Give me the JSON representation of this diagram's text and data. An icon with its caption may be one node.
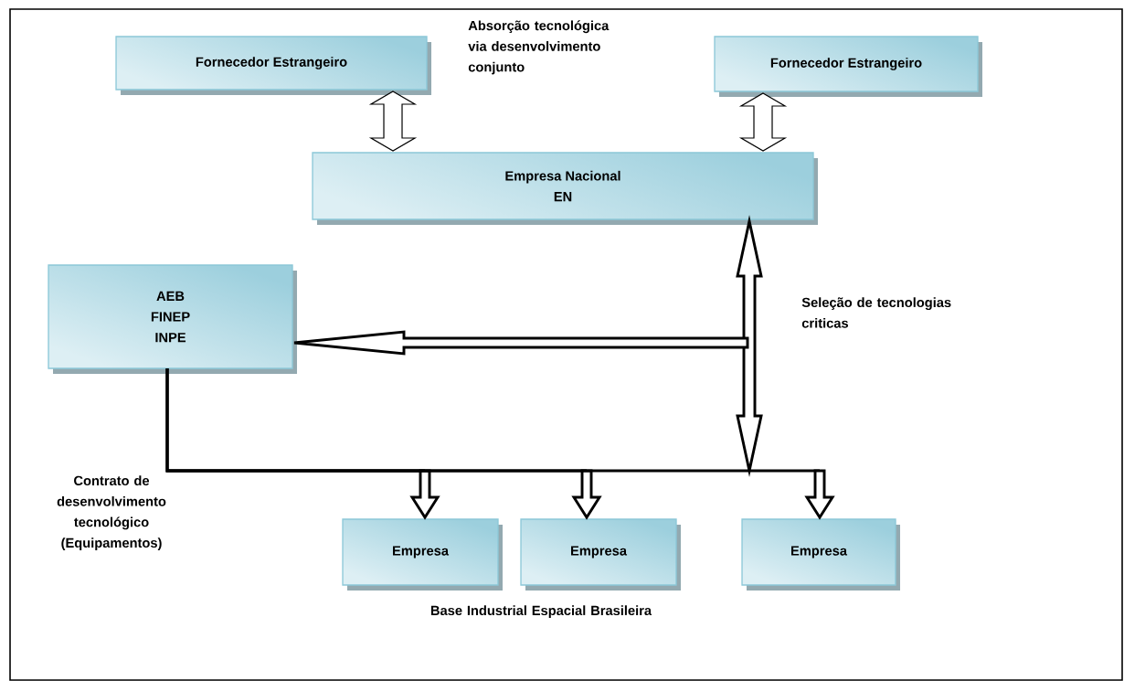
{
  "diagram": {
    "nodes": [
      {
        "text": [
          "Fornecedor Estrangeiro"
        ]
      },
      {
        "text": [
          "Fornecedor Estrangeiro"
        ]
      },
      {
        "text": [
          "Empresa Nacional",
          "EN"
        ]
      },
      {
        "text": [
          "AEB",
          "FINEP",
          "INPE"
        ]
      },
      {
        "text": [
          "Empresa"
        ]
      },
      {
        "text": [
          "Empresa"
        ]
      },
      {
        "text": [
          "Empresa"
        ]
      }
    ],
    "edges": [
      {
        "from": 0,
        "to": 2,
        "arrow": "both"
      },
      {
        "from": 1,
        "to": 2,
        "arrow": "both"
      },
      {
        "from": 2,
        "to": null,
        "arrow": "both",
        "style": "thick"
      },
      {
        "from": null,
        "to": 3,
        "arrow": "to",
        "style": "thick"
      },
      {
        "from": 3,
        "to": 4,
        "arrow": "to",
        "style": "thick"
      },
      {
        "from": 3,
        "to": 5,
        "arrow": "to",
        "style": "thick"
      },
      {
        "from": 3,
        "to": 6,
        "arrow": "to",
        "style": "thick"
      }
    ],
    "labels": [
      "Absorção tecnológica via desenvolvimento conjunto",
      "Seleção de tecnologias criticas",
      "Contrato de desenvolvimento tecnológico (Equipamentos)",
      "Base Industrial Espacial Brasileira"
    ]
  }
}
